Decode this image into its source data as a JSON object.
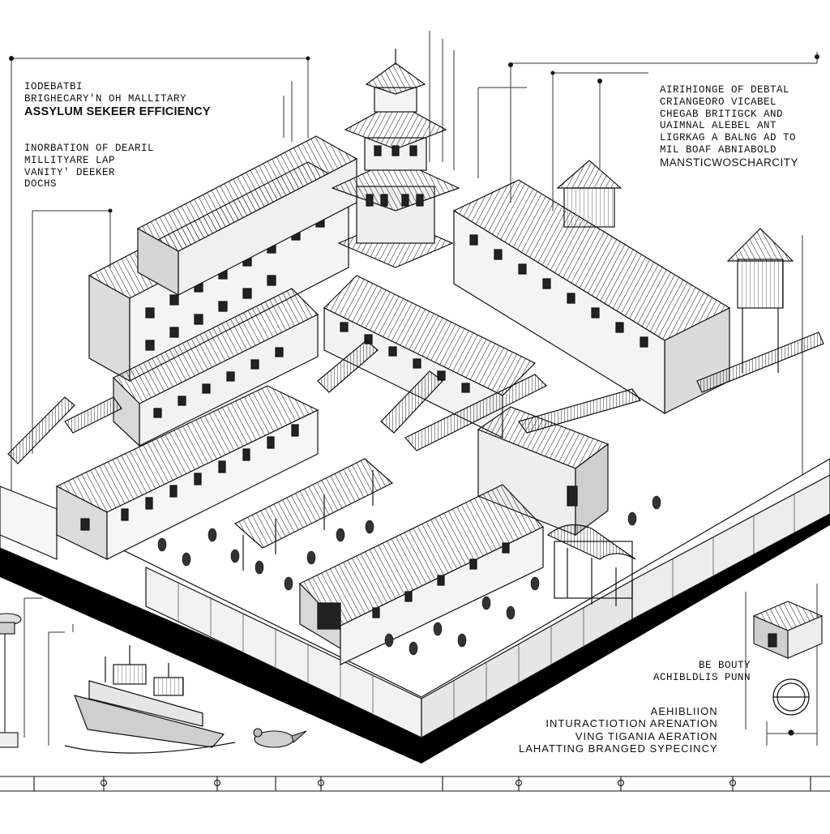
{
  "labels": {
    "top_left_block_1": {
      "lines": [
        "IODEBATBI",
        "BRIGHECARY'N OH MALLITARY",
        "ASSYLUM SEKEER EFFICIENCY"
      ]
    },
    "top_left_block_2": {
      "lines": [
        "INORBATION OF DEARIL",
        "MILLITYARE LAP",
        "VANITY' DEEKER",
        "DOCHS"
      ]
    },
    "top_right_block": {
      "lines": [
        "AIRIHIONGE OF DEBTAL",
        "CRIANGEORO VICABEL",
        "CHEGAB BRITIGCK AND",
        "UAIMNAL ALEBEL ANT",
        "LIGRKAG A BALNG AD TO",
        "MIL BOAF ABNIABOLD",
        "MANSTICWOSCHARCITY"
      ]
    },
    "bottom_right_block_1": {
      "lines": [
        "BE BOUTY",
        "ACHIBLDLIS PUNN"
      ]
    },
    "bottom_right_block_2": {
      "lines": [
        "AEHIBLIION",
        "INTURACTIOTION ARENATION",
        "VING TIGANIA AERATION",
        "LAHATTING BRANGED SYPECINCY"
      ]
    }
  },
  "colors": {
    "ink": "#111111",
    "paper": "#ffffff",
    "shade": "#cfcfcf",
    "light_shade": "#e8e8e8",
    "dark": "#000000"
  },
  "icons": [
    "pagoda-tower-icon",
    "naval-ship-icon",
    "bird-icon",
    "small-building-inset-icon",
    "circle-detail-icon",
    "beacon-post-icon"
  ]
}
